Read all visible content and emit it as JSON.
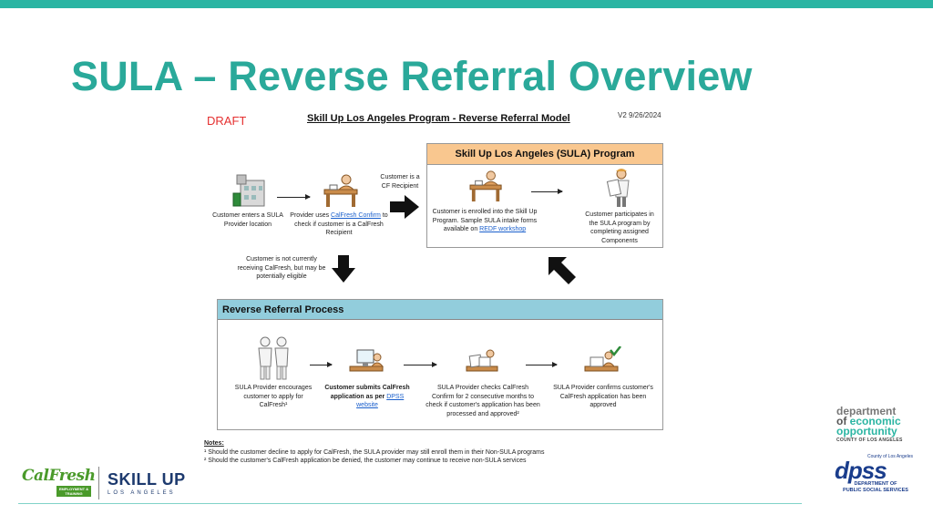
{
  "slide": {
    "title": "SULA – Reverse Referral Overview",
    "draft": "DRAFT",
    "model_title": "Skill Up Los Angeles Program - Reverse Referral Model",
    "version": "V2 9/26/2024"
  },
  "flow_top": {
    "step1": "Customer enters a SULA Provider location",
    "step2_pre": "Provider uses",
    "step2_link": "CalFresh Confirm",
    "step2_post": "to check if customer is a CalFresh Recipient",
    "branch_right": "Customer is a CF Recipient",
    "branch_down": "Customer is not currently receiving CalFresh, but may be potentially eligible"
  },
  "sula_program": {
    "heading": "Skill Up Los Angeles (SULA) Program",
    "enrolled_text": "Customer is enrolled into the Skill Up Program. Sample SULA intake forms available on",
    "enrolled_link": "REDF workshop",
    "participates_text": "Customer participates in the SULA program by completing assigned Components"
  },
  "reverse_referral": {
    "heading": "Reverse Referral Process",
    "step1": "SULA Provider encourages customer to apply for CalFresh¹",
    "step2_bold": "Customer submits CalFresh application as per",
    "step2_link": "DPSS website",
    "step3": "SULA Provider checks CalFresh Confirm for 2 consecutive months to check if customer's application has been processed and approved²",
    "step4": "SULA Provider confirms customer's CalFresh application has been approved"
  },
  "notes": {
    "title": "Notes:",
    "note1": "¹ Should the customer decline to apply for CalFresh, the SULA provider may still enroll them in their Non-SULA programs",
    "note2": "² Should the customer's CalFresh application be denied, the customer may continue to receive non-SULA services"
  },
  "logos": {
    "calfresh": "CalFresh",
    "calfresh_sub": "EMPLOYMENT & TRAINING",
    "skillup": "SKILL UP",
    "skillup_sub": "LOS ANGELES",
    "deo_line1": "department",
    "deo_line2_a": "of",
    "deo_line2_b": "economic",
    "deo_line3": "opportunity",
    "deo_line4": "COUNTY OF LOS ANGELES",
    "dpss_top": "County of Los Angeles",
    "dpss_mark": "dpss",
    "dpss_line1": "DEPARTMENT OF",
    "dpss_line2": "PUBLIC SOCIAL SERVICES"
  },
  "colors": {
    "accent": "#2bb5a3",
    "title": "#2aa99a",
    "sula_header": "#f9c78f",
    "rr_header": "#92cddc",
    "draft": "#e53030",
    "dpss_blue": "#1a3d8c"
  },
  "icons": [
    "building-icon",
    "provider-desk-icon",
    "person-clipboard-icon",
    "two-people-icon",
    "computer-icon",
    "papers-icon",
    "checkmark-icon"
  ]
}
